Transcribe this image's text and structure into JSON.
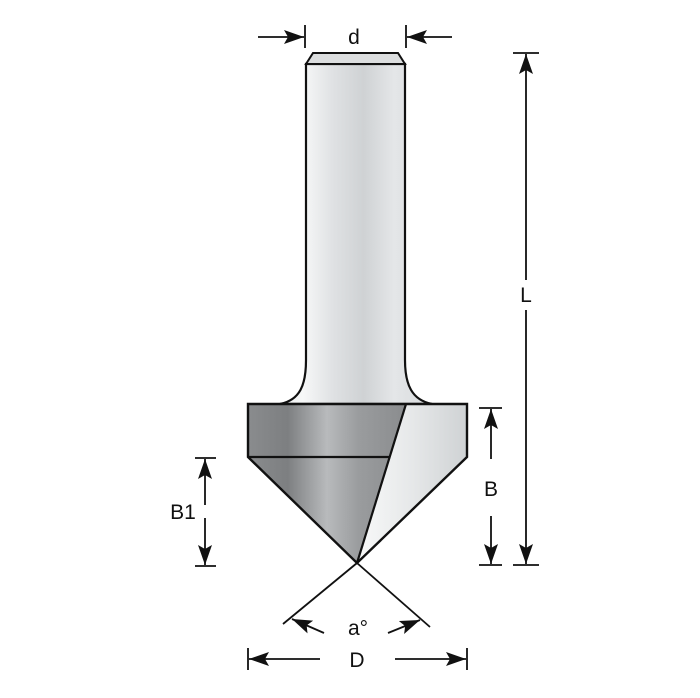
{
  "diagram": {
    "subject": "V-groove router bit technical drawing",
    "colors": {
      "outline": "#111111",
      "shank_light": "#f4f5f6",
      "shank_mid": "#d7dadc",
      "cutter_dark": "#808284",
      "cutter_mid": "#b9bbbd",
      "face_light": "#f5f6f7",
      "background": "#ffffff"
    },
    "labels": {
      "shank_diameter": "d",
      "total_length": "L",
      "cutting_height": "B",
      "cone_height": "B1",
      "angle": "a°",
      "cutting_diameter": "D"
    }
  }
}
